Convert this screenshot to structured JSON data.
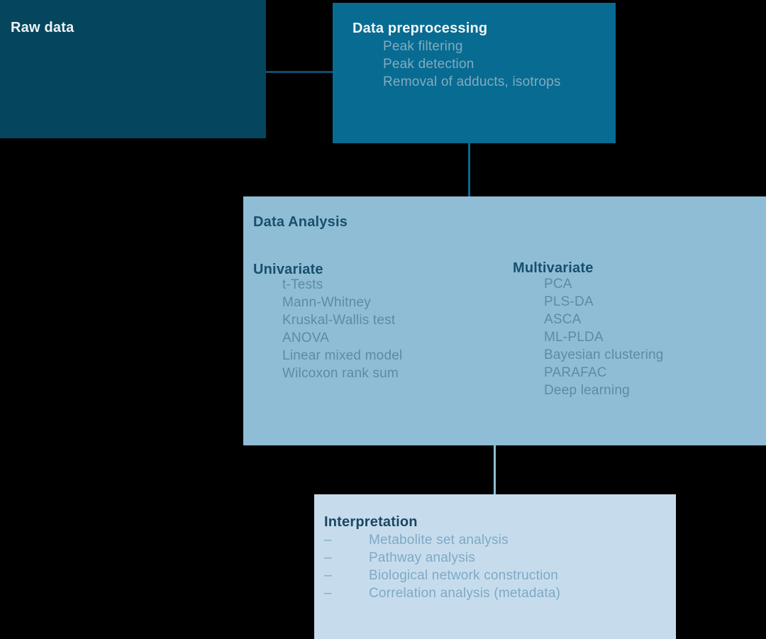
{
  "colors": {
    "background": "#000000",
    "raw-box-bg": "#05465e",
    "pre-box-bg": "#086b92",
    "analysis-box-bg": "#90bdd6",
    "interp-box-bg": "#c6dcec",
    "raw-title-text": "#eef3f6",
    "pre-title-text": "#f2f7f9",
    "pre-list-text": "#82abbf",
    "analysis-heading-text": "#16506d",
    "analysis-list-text": "#5d8aa4",
    "interp-title-text": "#1b4764",
    "interp-list-text": "#7ea9c6",
    "arrow-horizontal": "#0e4e6b",
    "arrow-horizontal-head": "#0c3f5a",
    "arrow-mid": "#0b6890",
    "arrow-light": "#90bdd6"
  },
  "boxes": {
    "raw_data": {
      "title": "Raw data"
    },
    "preprocessing": {
      "title": "Data preprocessing",
      "items": [
        "Peak filtering",
        "Peak detection",
        "Removal of adducts, isotrops"
      ]
    },
    "analysis": {
      "title": "Data Analysis",
      "columns": [
        {
          "heading": "Univariate",
          "items": [
            "t-Tests",
            "Mann-Whitney",
            "Kruskal-Wallis test",
            "ANOVA",
            "Linear mixed model",
            "Wilcoxon rank sum"
          ]
        },
        {
          "heading": "Multivariate",
          "items": [
            "PCA",
            "PLS-DA",
            "ASCA",
            "ML-PLDA",
            "Bayesian clustering",
            "PARAFAC",
            "Deep learning"
          ]
        }
      ]
    },
    "interpretation": {
      "title": "Interpretation",
      "dash": "–",
      "items": [
        "Metabolite set analysis",
        "Pathway analysis",
        "Biological network construction",
        "Correlation analysis (metadata)"
      ]
    }
  }
}
